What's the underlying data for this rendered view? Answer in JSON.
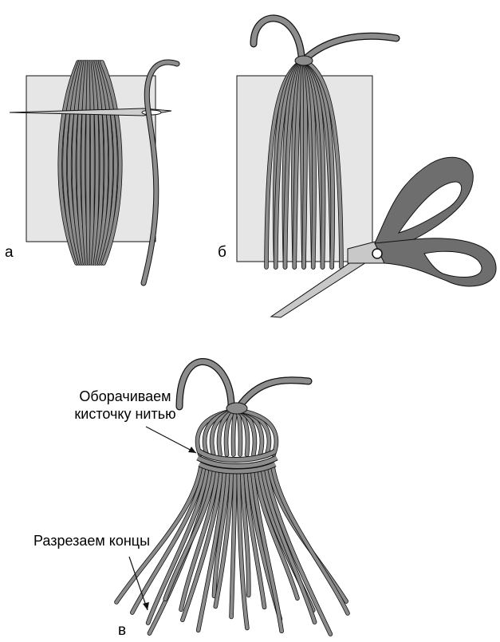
{
  "panels": {
    "a": {
      "letter": "а"
    },
    "b": {
      "letter": "б"
    },
    "c": {
      "letter": "в"
    }
  },
  "annotations": {
    "wrap": {
      "line1": "Оборачиваем",
      "line2": "кисточку нитью"
    },
    "cut": {
      "text": "Разрезаем концы"
    }
  },
  "colors": {
    "yarn": "#8c8c8c",
    "yarn_dark": "#5a5a5a",
    "card": "#e6e6e6",
    "scissors_handle": "#6e6e6e",
    "blade": "#c8c8c8",
    "outline": "#111111"
  }
}
